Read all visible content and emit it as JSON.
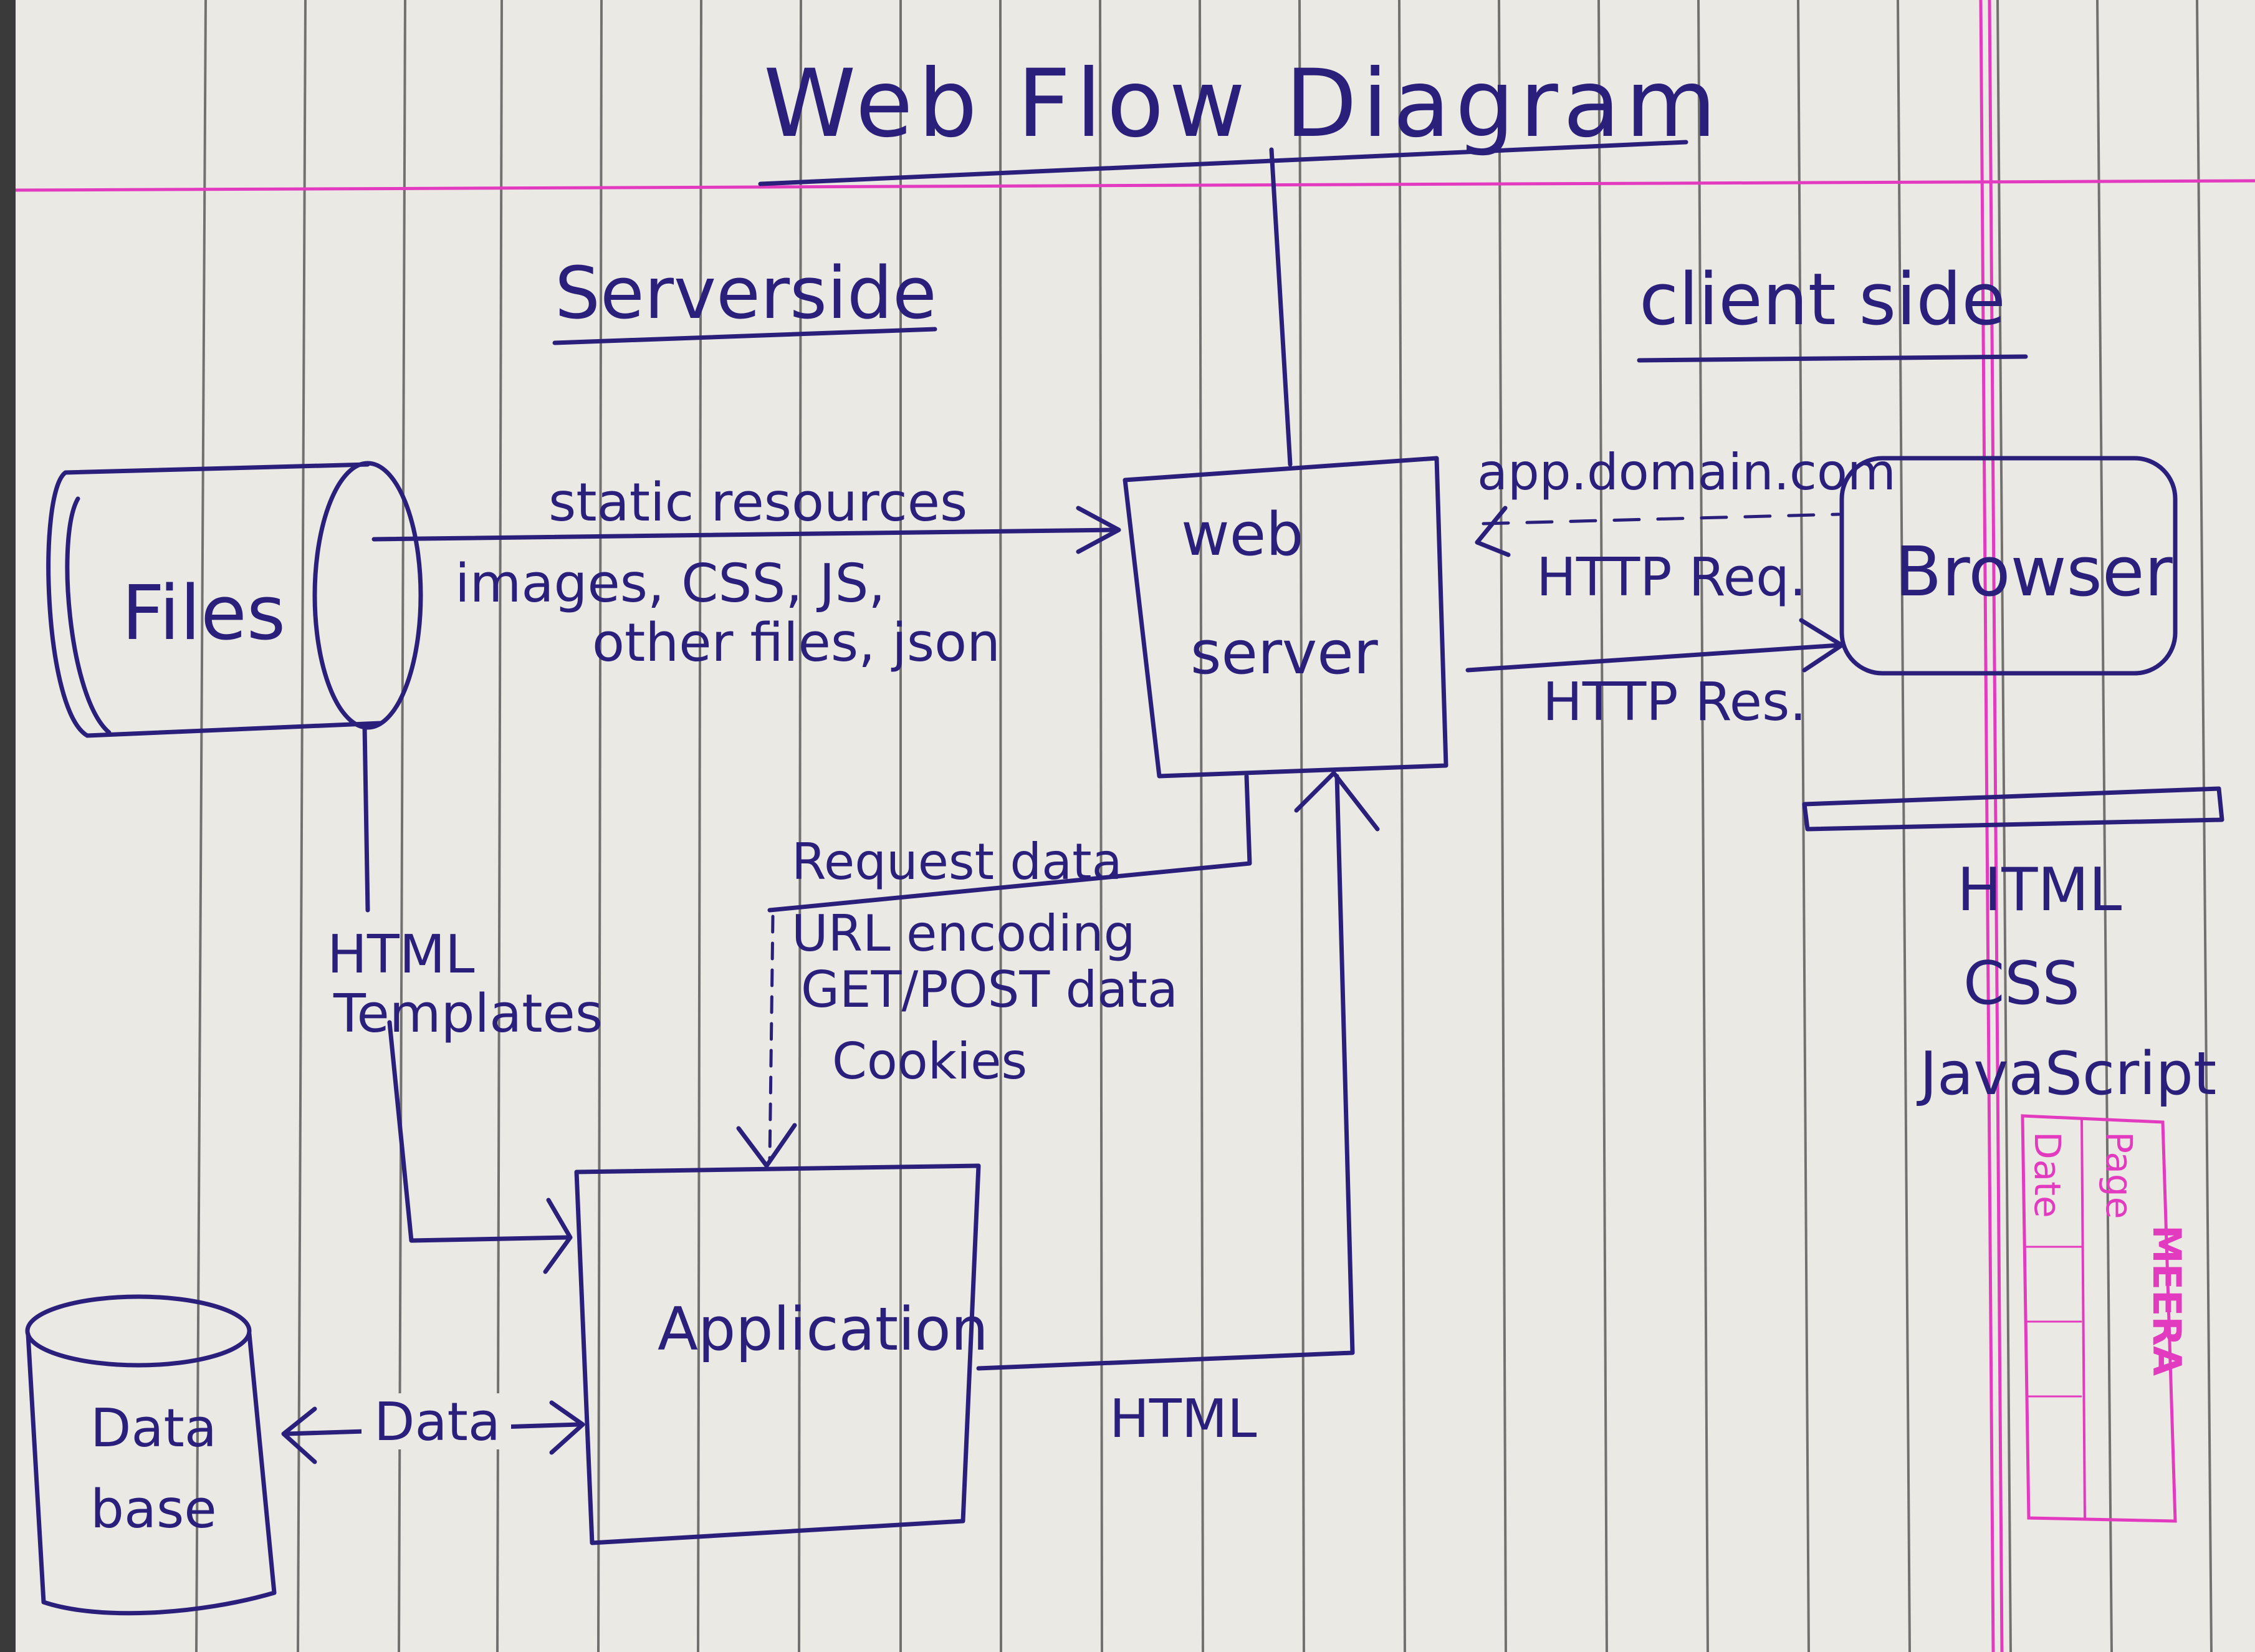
{
  "title": "Web Flow Diagram",
  "server_side_label": "Serverside",
  "client_side_label": "client side",
  "nodes": {
    "files": "Files",
    "web_server_line1": "web",
    "web_server_line2": "server",
    "browser": "Browser",
    "application": "Application",
    "database_line1": "Data",
    "database_line2": "base"
  },
  "edges": {
    "static_resources": "static resources",
    "static_detail_line1": "images, CSS, JS,",
    "static_detail_line2": "other files, json",
    "domain": "app.domain.com",
    "http_req": "HTTP Req.",
    "http_res": "HTTP Res.",
    "html_templates_line1": "HTML",
    "html_templates_line2": "Templates",
    "request_data": [
      "Request data",
      "URL encoding",
      "GET/POST data",
      "Cookies"
    ],
    "data": "Data",
    "html": "HTML"
  },
  "client_technologies": [
    "HTML",
    "CSS",
    "JavaScript"
  ],
  "notebook_stamp": {
    "page_label": "Page",
    "date_label": "Date",
    "brand": "MEERA"
  },
  "colors": {
    "paper": "#ebe9e3",
    "ink": "#2a1f7a",
    "margin_line": "#e23bbf",
    "rule_line": "#4a4a4a"
  }
}
